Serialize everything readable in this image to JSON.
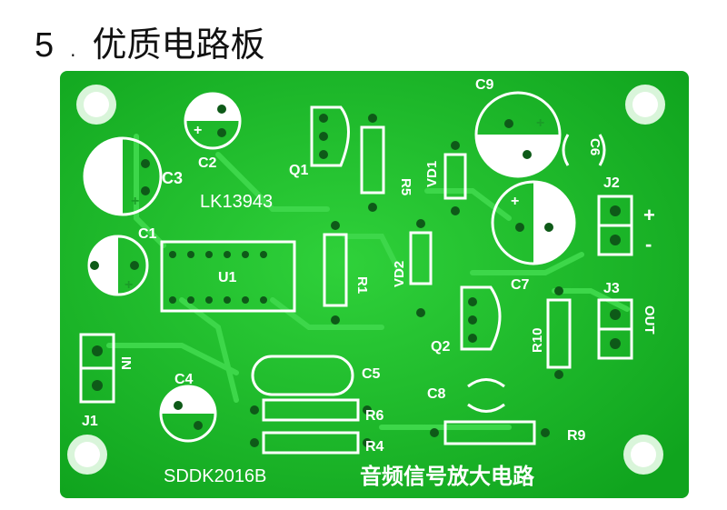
{
  "heading": {
    "number": "5",
    "separator": ".",
    "title": "优质电路板"
  },
  "board": {
    "model": "LK13943",
    "code": "SDDK2016B",
    "name": "音频信号放大电路",
    "colors": {
      "base": "#17b526",
      "copper": "#3ed64a",
      "silk": "#ffffff",
      "hole": "#0d4f16"
    }
  },
  "labels": {
    "c1": "C1",
    "c2": "C2",
    "c3": "C3",
    "c4": "C4",
    "c5": "C5",
    "c6": "C6",
    "c7": "C7",
    "c8": "C8",
    "c9": "C9",
    "q1": "Q1",
    "q2": "Q2",
    "r1": "R1",
    "r4": "R4",
    "r5": "R5",
    "r6": "R6",
    "r9": "R9",
    "r10": "R10",
    "u1": "U1",
    "vd1": "VD1",
    "vd2": "VD2",
    "j1": "J1",
    "j2": "J2",
    "j3": "J3",
    "in": "IN",
    "out": "OUT",
    "plus": "+",
    "minus": "-"
  }
}
